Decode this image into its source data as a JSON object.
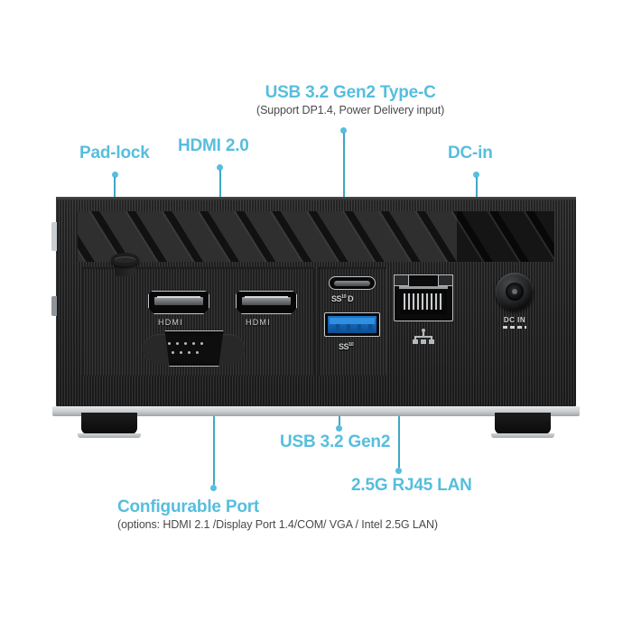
{
  "diagram": {
    "title": "Mini PC rear I/O port callout diagram",
    "accent_color": "#56bede",
    "leader_color": "#3fa8c4",
    "sub_text_color": "#4a4a4a"
  },
  "callouts": {
    "padlock": {
      "label": "Pad-lock"
    },
    "hdmi": {
      "label": "HDMI 2.0"
    },
    "typec": {
      "label": "USB 3.2 Gen2 Type-C",
      "sub": "(Support DP1.4, Power Delivery input)"
    },
    "dcin": {
      "label": "DC-in"
    },
    "usb32gen2": {
      "label": "USB 3.2 Gen2"
    },
    "rj45": {
      "label": "2.5G RJ45 LAN"
    },
    "configurable": {
      "label": "Configurable Port",
      "sub": "(options: HDMI 2.1 /Display Port 1.4/COM/ VGA / Intel 2.5G LAN)"
    }
  },
  "device": {
    "port_markings": {
      "hdmi_left": "HDMI",
      "hdmi_right": "HDMI",
      "typec_ss": "SS",
      "typec_ss_sup": "10",
      "typec_dp": "D",
      "usba_ss": "SS",
      "usba_ss_sup": "10",
      "dcin": "DC IN"
    }
  }
}
